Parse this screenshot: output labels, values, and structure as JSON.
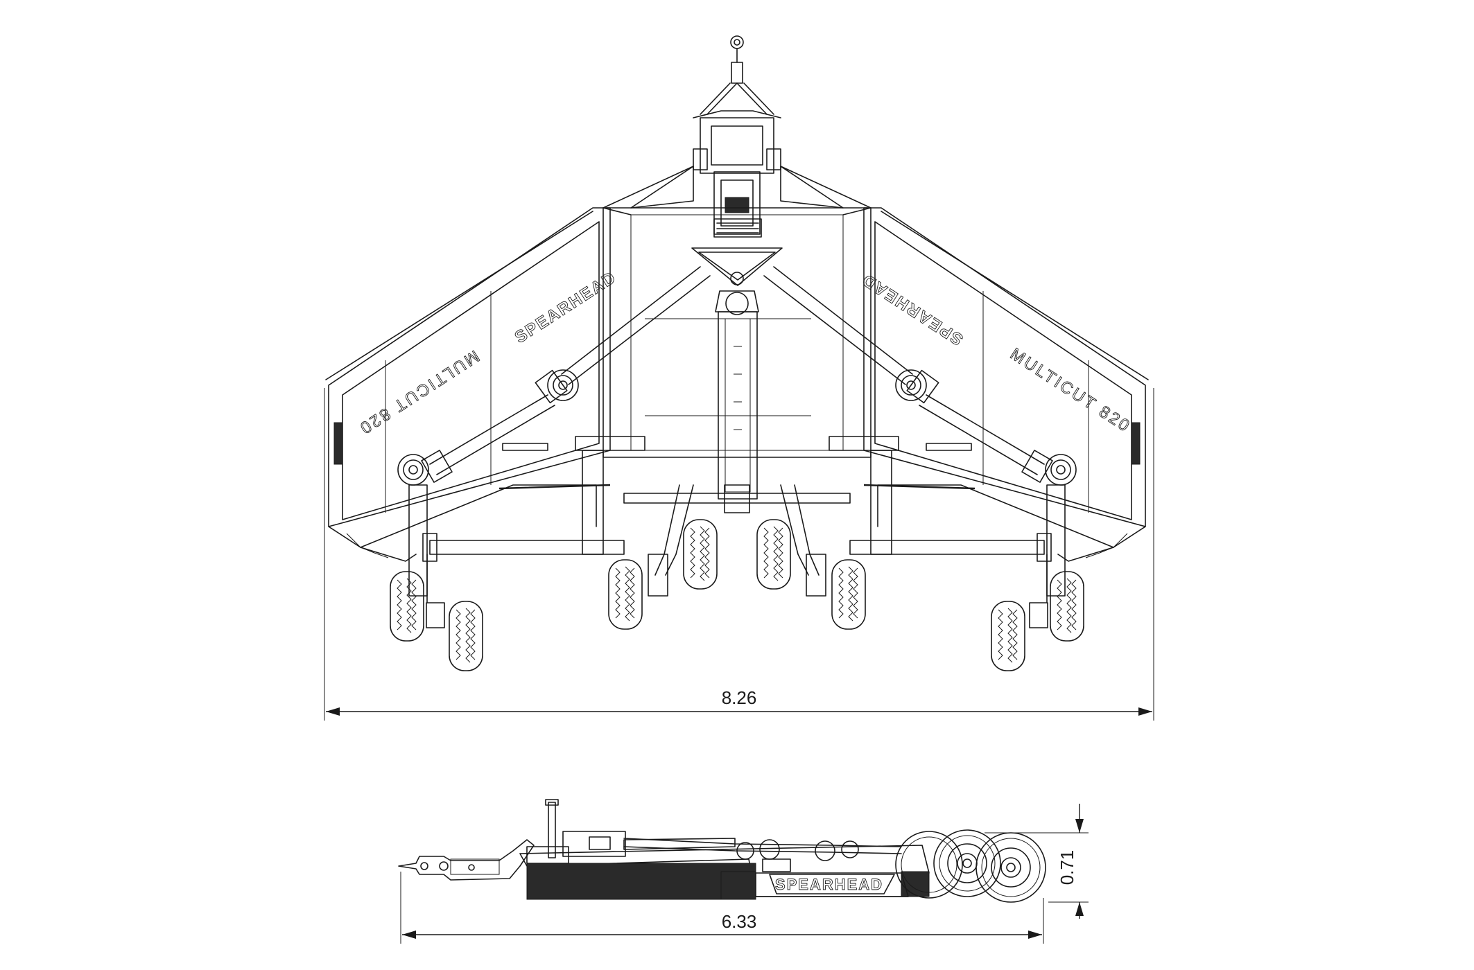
{
  "drawing": {
    "views": [
      "top-view",
      "side-view"
    ],
    "dimensions": {
      "overall_width": "8.26",
      "overall_length": "6.33",
      "transport_height": "0.71"
    },
    "markings": {
      "brand": "SPEARHEAD",
      "model_left": "MULTICUT 820",
      "model_right": "MULTICUT 820"
    }
  }
}
